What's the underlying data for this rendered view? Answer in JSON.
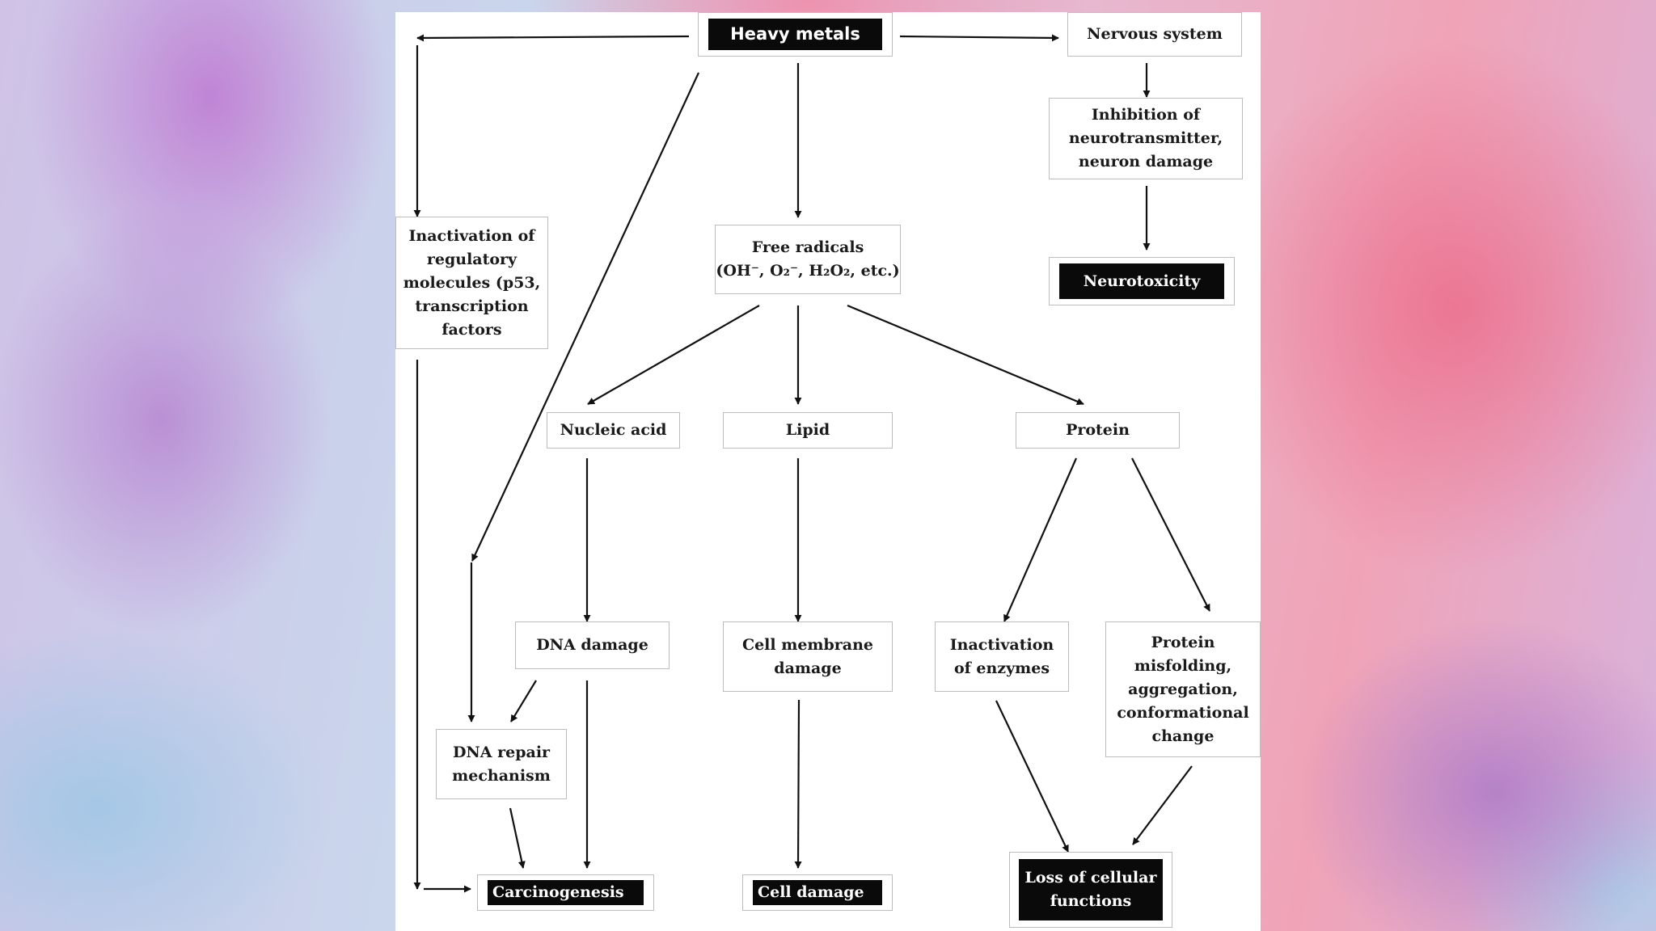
{
  "diagram": {
    "heavy_metals": "Heavy metals",
    "nervous_system": "Nervous system",
    "inhibition": "Inhibition of\nneurotransmitter,\nneuron damage",
    "neurotoxicity": "Neurotoxicity",
    "inactivation_regulatory": "Inactivation of\nregulatory\nmolecules (p53,\ntranscription\nfactors",
    "free_radicals": "Free radicals\n(OH⁻, O₂⁻, H₂O₂, etc.)",
    "nucleic_acid": "Nucleic acid",
    "lipid": "Lipid",
    "protein": "Protein",
    "dna_damage": "DNA damage",
    "cell_membrane_damage": "Cell membrane\ndamage",
    "inactivation_enzymes": "Inactivation\nof enzymes",
    "protein_misfolding": "Protein\nmisfolding,\naggregation,\nconformational\nchange",
    "dna_repair": "DNA repair\nmechanism",
    "carcinogenesis": "Carcinogenesis",
    "cell_damage": "Cell damage",
    "loss_cellular": "Loss of cellular\nfunctions"
  },
  "colors": {
    "arrow": "#111111",
    "dark_box": "#0a0a0a",
    "box_border": "#bdbdbd"
  }
}
